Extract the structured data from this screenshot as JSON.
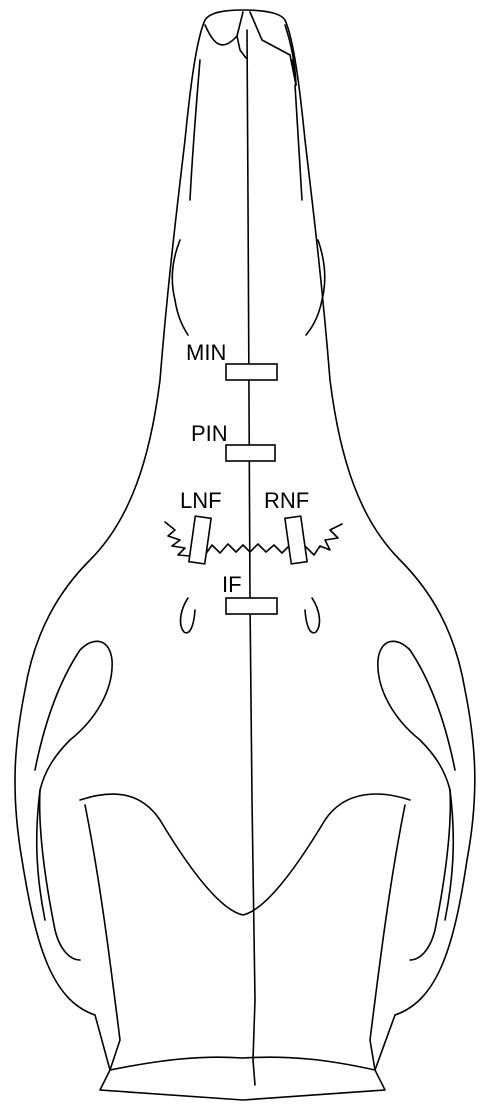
{
  "diagram": {
    "labels": {
      "min": "MIN",
      "pin": "PIN",
      "lnf": "LNF",
      "rnf": "RNF",
      "if": "IF"
    },
    "colors": {
      "line": "#000000",
      "background": "#ffffff"
    }
  }
}
